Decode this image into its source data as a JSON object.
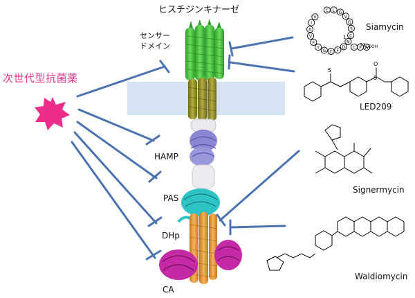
{
  "diagram": {
    "title": "ヒスチジンキナーゼ",
    "agents_label": "次世代型抗菌薬",
    "domains": {
      "sensor_line1": "センサー",
      "sensor_line2": "ドメイン",
      "hamp": "HAMP",
      "pas": "PAS",
      "dhp": "DHp",
      "ca": "CA"
    },
    "compounds": [
      {
        "name": "Siamycin"
      },
      {
        "name": "LED209"
      },
      {
        "name": "Signermycin"
      },
      {
        "name": "Waldiomycin"
      }
    ],
    "siamycin_ring": [
      "C",
      "L",
      "G",
      "V",
      "G",
      "S",
      "C",
      "N",
      "D",
      "F",
      "C",
      "G",
      "Y",
      "F",
      "V",
      "A",
      "I",
      "V",
      "C",
      "F",
      "W"
    ],
    "siamycin_atoms": [
      "COOH",
      "1",
      "21"
    ],
    "colors": {
      "agents_text": "#e8338a",
      "star": "#ed2d8c",
      "inhibition_line": "#4a72b0",
      "membrane": "#d5e3f0",
      "sensor_domain": "#3fbf3c",
      "transmembrane": "#8e8a2a",
      "hamp_domain": "#8a86d2",
      "pas_domain": "#2ec3c4",
      "dhp_domain": "#ec9a3a",
      "ca_domain": "#c42aa6"
    }
  }
}
